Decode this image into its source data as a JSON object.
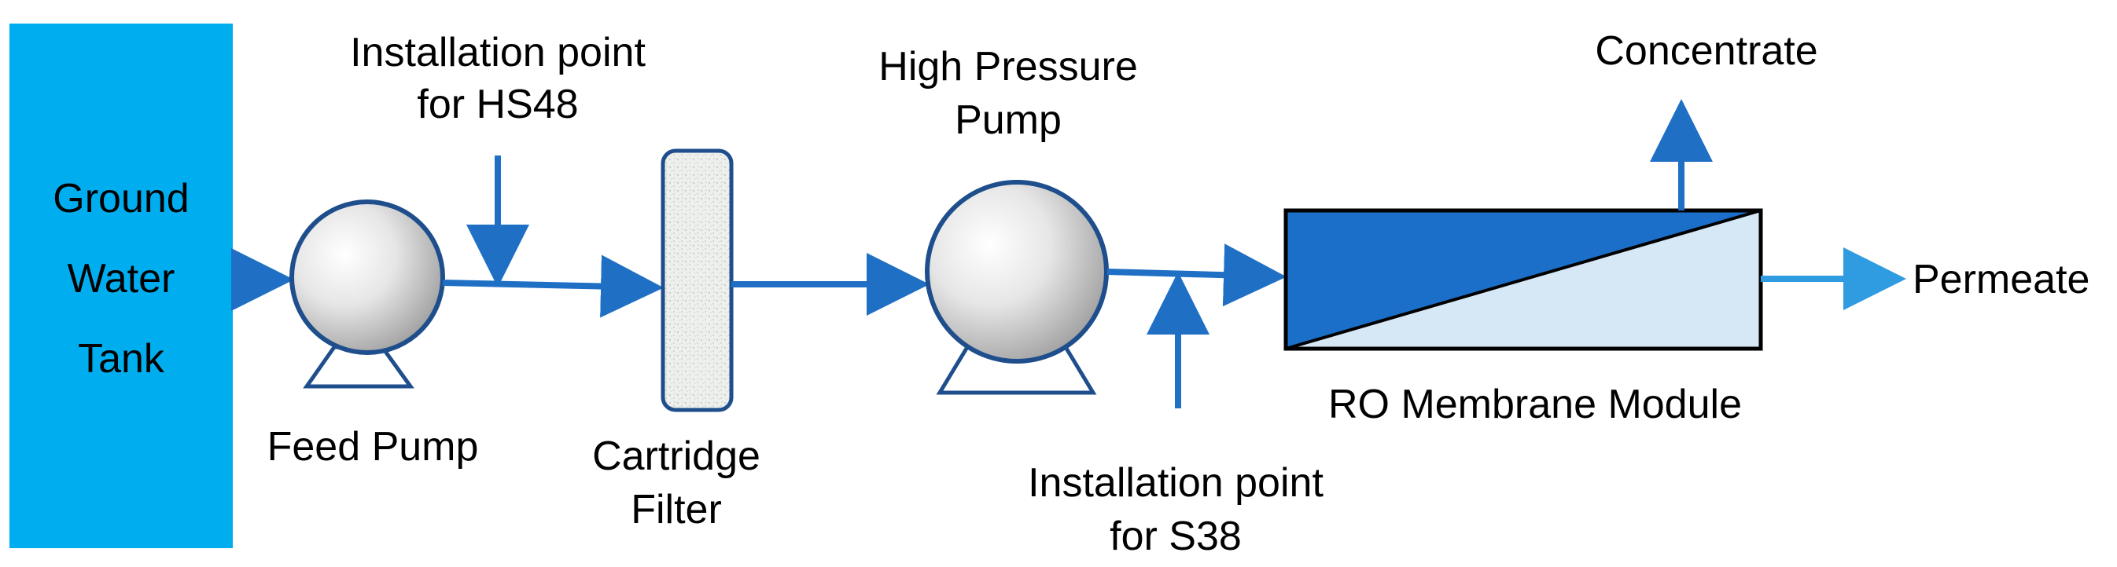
{
  "tank": {
    "lines": [
      "Ground",
      "Water",
      "Tank"
    ]
  },
  "feed_pump": {
    "label": "Feed Pump"
  },
  "install_hs48": {
    "lines": [
      "Installation point",
      "for HS48"
    ]
  },
  "cartridge_filter": {
    "lines": [
      "Cartridge",
      "Filter"
    ]
  },
  "high_pressure_pump": {
    "lines": [
      "High Pressure",
      "Pump"
    ]
  },
  "install_s38": {
    "lines": [
      "Installation point",
      "for S38"
    ]
  },
  "ro_module": {
    "label": "RO Membrane Module"
  },
  "concentrate": {
    "label": "Concentrate"
  },
  "permeate": {
    "label": "Permeate"
  },
  "colors": {
    "tank": "#00aeef",
    "line": "#1f6fc5",
    "outline": "#1f4e8c",
    "membrane_dark": "#1b6fc9",
    "membrane_light": "#d6e8f6",
    "permeate_line": "#2f9be0"
  }
}
